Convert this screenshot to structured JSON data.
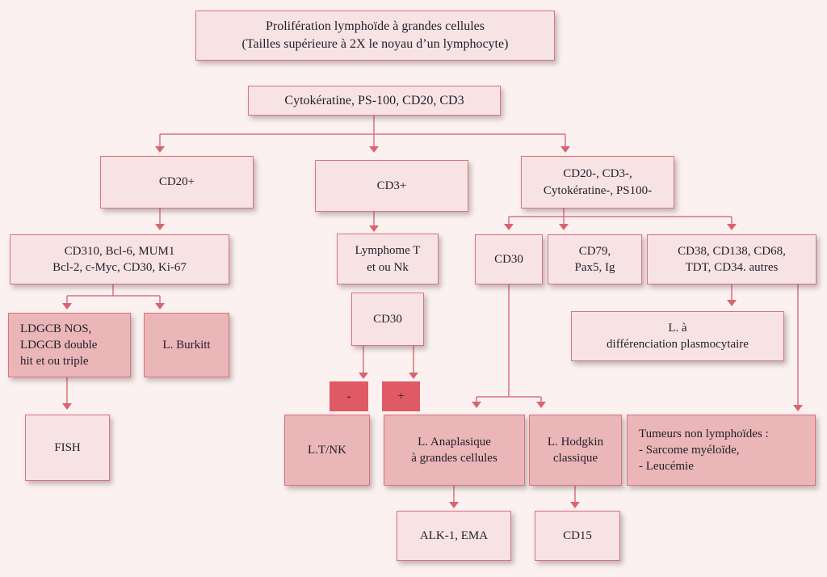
{
  "diagram": {
    "title_box": "Prolifération lymphoïde à grandes cellules\n(Tailles supérieure à  2X le noyau d’un lymphocyte)",
    "markers_box": "Cytokératine, PS-100, CD20, CD3",
    "branches": {
      "cd20pos": {
        "label": "CD20+",
        "panel": "CD310, Bcl-6, MUM1\nBcl-2, c-Myc, CD30, Ki-67",
        "ldgcb": "LDGCB NOS,\nLDGCB double\nhit et ou triple",
        "burkitt": "L. Burkitt",
        "fish": "FISH"
      },
      "cd3pos": {
        "label": "CD3+",
        "lymphome": "Lymphome T\net ou Nk",
        "cd30": "CD30",
        "neg": "-",
        "pos": "+",
        "ltnk": "L.T/NK"
      },
      "negative": {
        "label": "CD20-, CD3-,\nCytokératine-, PS100-",
        "cd30": "CD30",
        "cd79": "CD79,\nPax5, Ig",
        "others": "CD38, CD138, CD68,\nTDT, CD34. autres",
        "plasmo": "L. à\n    différenciation plasmocytaire",
        "anaplasique": "L. Anaplasique\nà grandes cellules",
        "hodgkin": "L. Hodgkin\nclassique",
        "tumeurs": "Tumeurs non lymphoïdes :\n- Sarcome myéloïde,\n- Leucémie",
        "alk": "ALK-1, EMA",
        "cd15": "CD15"
      }
    }
  }
}
